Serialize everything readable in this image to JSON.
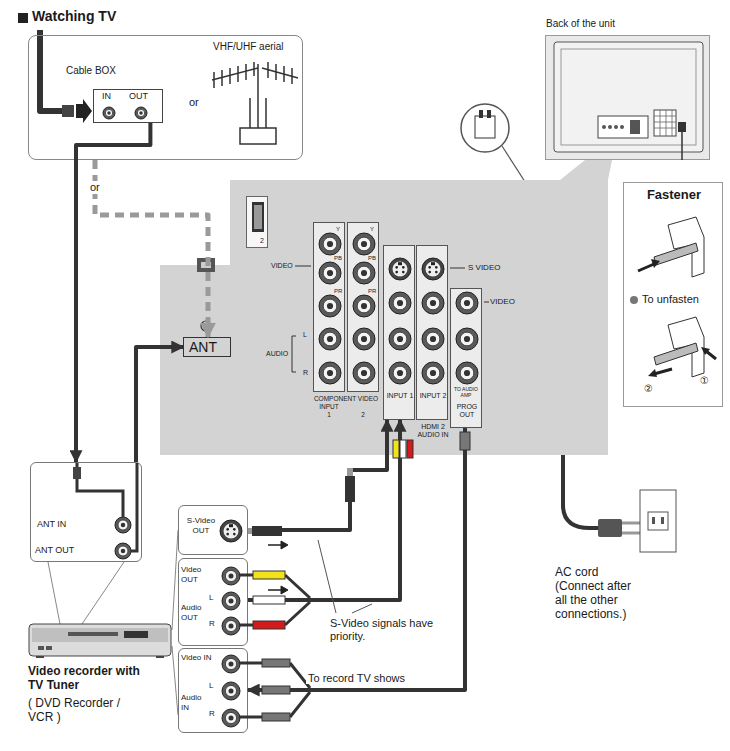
{
  "diagram": {
    "title": "Watching TV",
    "nodes": [
      {
        "text": [
          "or"
        ]
      },
      {
        "text": [
          "Cable BOX",
          "IN",
          "OUT"
        ],
        "in": 0
      },
      {
        "text": [
          "Back of the unit"
        ]
      },
      {
        "text": [
          "VIDEO",
          "L",
          "AUDIO",
          "R"
        ]
      },
      {
        "text": [
          "2"
        ],
        "in": 3
      },
      {
        "text": [
          "ANT"
        ],
        "in": 3
      },
      {
        "text": [
          "Y",
          "PB",
          "PR"
        ],
        "in": 3
      },
      {
        "text": [
          "Y",
          "PB",
          "PR"
        ],
        "in": 3
      },
      {
        "text": [
          "INPUT 1"
        ],
        "in": 3
      },
      {
        "text": [
          "INPUT 2"
        ],
        "in": 3
      },
      {
        "text": [
          "PROG OUT"
        ],
        "in": 3
      },
      {
        "text": [
          "Fastener",
          "To unfasten",
          "①",
          "②"
        ]
      },
      {
        "text": [
          "ANT IN",
          "ANT OUT"
        ]
      },
      {
        "text": [
          "S-Video OUT"
        ]
      },
      {
        "text": [
          "Video OUT",
          "L",
          "Audio OUT",
          "R"
        ]
      },
      {
        "text": [
          "Video IN",
          "L",
          "Audio IN",
          "R"
        ]
      },
      {
        "text": [
          "Video recorder with TV Tuner",
          "( DVD Recorder / VCR )"
        ]
      }
    ],
    "edges": [
      {
        "from": 1,
        "to": 12,
        "arrow": "to"
      },
      {
        "from": 12,
        "to": 5,
        "arrow": "to"
      },
      {
        "from": 13,
        "to": 8,
        "arrow": "to"
      },
      {
        "from": 14,
        "to": 8,
        "arrow": "to"
      },
      {
        "from": 10,
        "to": 15,
        "label": "To record TV shows",
        "arrow": "to"
      },
      {
        "from": 0,
        "to": 5,
        "label": "or",
        "arrow": "to"
      }
    ],
    "labels": [
      "VHF/UHF aerial",
      "S VIDEO",
      "VIDEO",
      "TO AUDIO AMP",
      "COMPONENT VIDEO",
      "INPUT",
      "1",
      "2",
      "HDMI 2 AUDIO IN",
      "S-Video signals have priority.",
      "AC cord (Connect after all the other connections.)"
    ]
  }
}
